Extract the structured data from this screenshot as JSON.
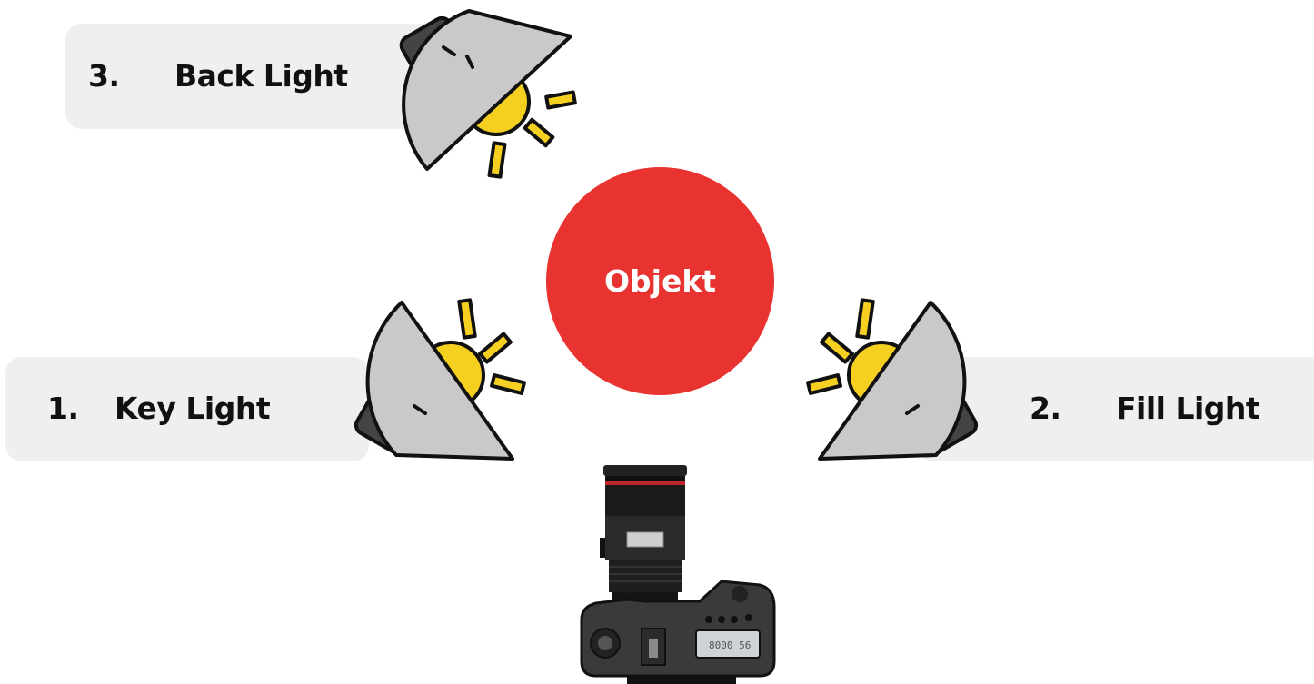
{
  "subject": {
    "label": "Objekt",
    "color": "#e83330"
  },
  "lights": [
    {
      "number": "1.",
      "name": "Key Light"
    },
    {
      "number": "2.",
      "name": "Fill Light"
    },
    {
      "number": "3.",
      "name": "Back Light"
    }
  ],
  "camera": {
    "lcd_text": "8000 56"
  },
  "colors": {
    "label_background": "#efefef",
    "reflector": "#c9c9cb",
    "bulb": "#f5d020",
    "lamp_body": "#444444",
    "outline": "#111111"
  }
}
